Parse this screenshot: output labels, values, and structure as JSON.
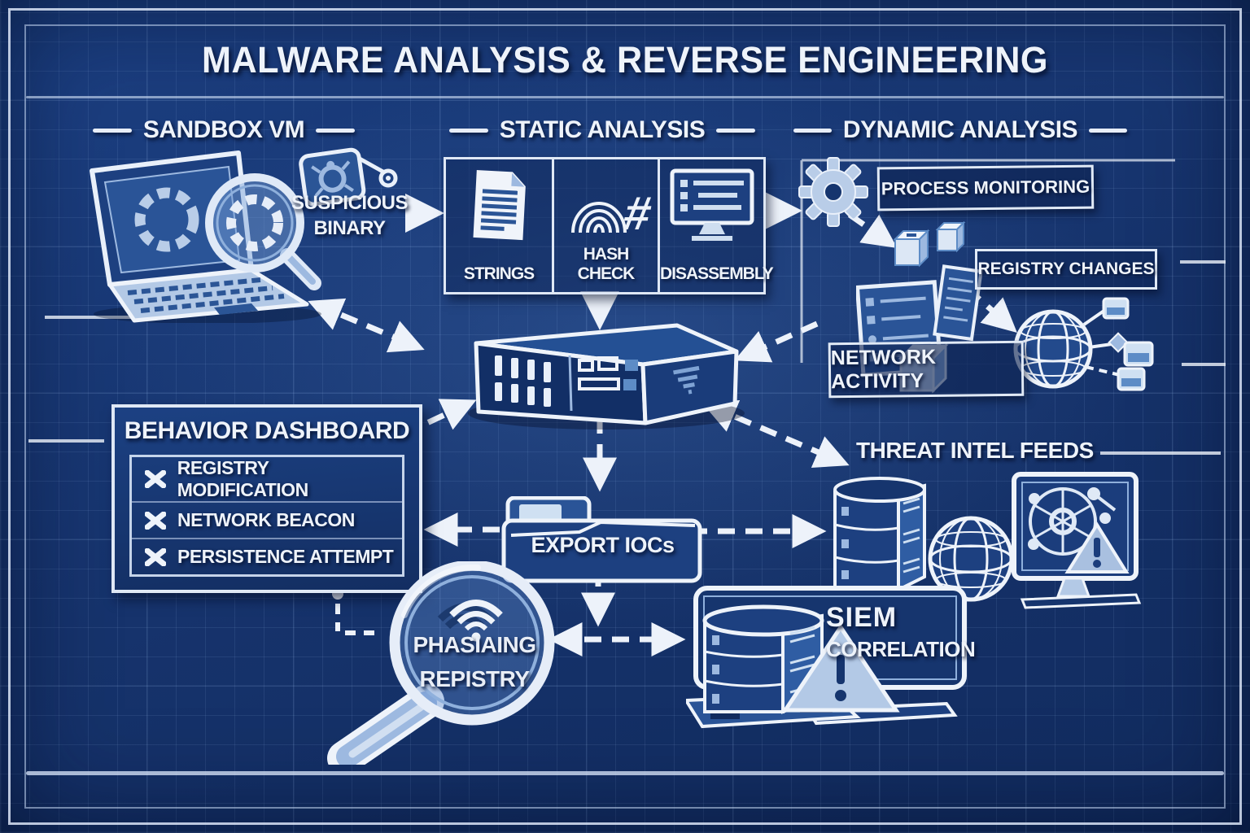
{
  "title": "MALWARE ANALYSIS & REVERSE ENGINEERING",
  "headers": {
    "sandbox": "SANDBOX VM",
    "static": "STATIC ANALYSIS",
    "dynamic": "DYNAMIC ANALYSIS",
    "threat_intel": "THREAT INTEL FEEDS"
  },
  "sandbox": {
    "binary_line1": "SUSPICIOUS",
    "binary_line2": "BINARY"
  },
  "static_analysis": {
    "items": [
      {
        "label": "STRINGS",
        "icon": "document-icon"
      },
      {
        "label": "HASH CHECK",
        "icon": "fingerprint-hash-icon"
      },
      {
        "label": "DISASSEMBLY",
        "icon": "disassembly-monitor-icon"
      }
    ]
  },
  "dynamic_analysis": {
    "process_monitoring": "PROCESS MONITORING",
    "registry_changes": "REGISTRY CHANGES",
    "network_activity": "NETWORK ACTIVITY"
  },
  "behavior_dashboard": {
    "title": "BEHAVIOR DASHBOARD",
    "items": [
      {
        "label": "REGISTRY MODIFICATION"
      },
      {
        "label": "NETWORK BEACON"
      },
      {
        "label": "PERSISTENCE ATTEMPT"
      }
    ]
  },
  "export_iocs": {
    "label": "EXPORT IOCs"
  },
  "magnifier": {
    "line1": "PHASIAING",
    "line2": "REPISTRY"
  },
  "siem": {
    "line1": "SIEM",
    "line2": "CORRELATION"
  },
  "colors": {
    "background": "#16336c",
    "line_white": "#eef3fa",
    "panel_dark": "#122f66",
    "accent_light": "#b9cde8",
    "accent_mid": "#4a77b8"
  }
}
